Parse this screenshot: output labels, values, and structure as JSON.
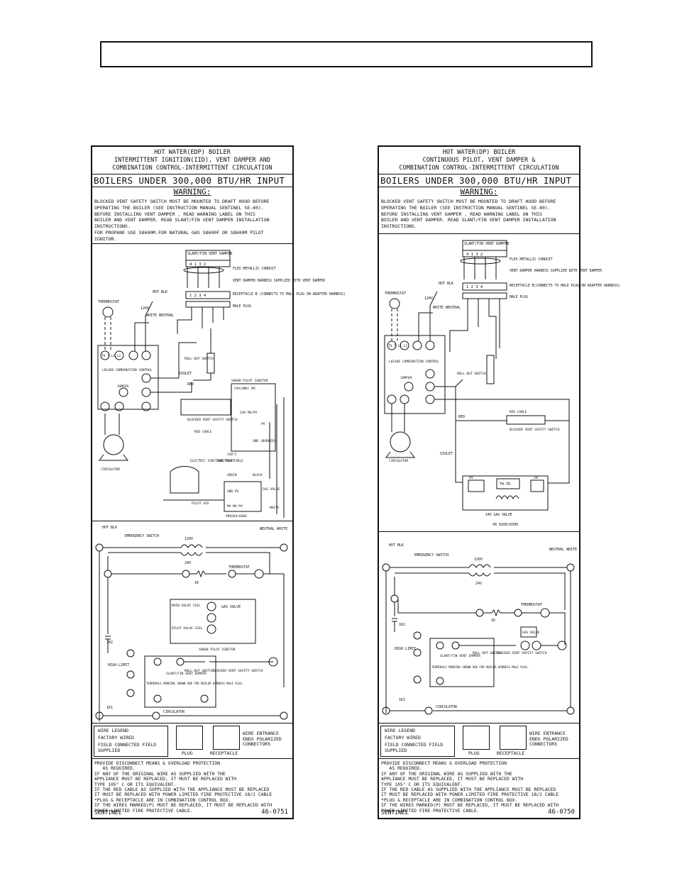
{
  "header_box": "",
  "left": {
    "title": [
      "HOT WATER(EDP) BOILER",
      "INTERMITTENT IGNITION(IID), VENT DAMPER AND",
      "COMBINATION CONTROL-INTERMITTENT CIRCULATION"
    ],
    "capacity": "BOILERS UNDER   300,000 BTU/HR INPUT",
    "warning_title": "WARNING:",
    "warning_lines": [
      "BLOCKED VENT SAFETY SWITCH MUST BE MOUNTED TO DRAFT HOOD BEFORE",
      "OPERATING THE BOILER (SEE INSTRUCTION MANUAL SENTINEL SE-40).",
      "BEFORE INSTALLING VENT DAMPER , READ WARNING LABEL ON THIS",
      "BOILER AND VENT DAMPER. READ SLANT/FIN VENT DAMPER INSTALLATION",
      "INSTRUCTIONS.",
      "FOR PROPANE USE S8600M.FOR NATURAL GAS S8600F OR S8600M PILOT",
      "IGNITOR."
    ],
    "labels": {
      "vent_damper": "SLANT/FIN VENT DAMPER",
      "flex_conduit": "FLEX METALLIC CONDUIT",
      "harness": "VENT DAMPER HARNESS SUPPLIED WITH VENT DAMPER",
      "receptacle": "RECEPTACLE B (CONNECTS TO MALE PLUG ON ADAPTER HARNESS)",
      "male_plug": "MALE PLUG",
      "thermostat": "THERMOSTAT",
      "hot_blk": "HOT BLK",
      "v120": "120V",
      "white_neutral": "WHITE NEUTRAL",
      "l8148e": "L8148E COMBINATION CONTROL",
      "jumper": "JUMPER",
      "rollout": "ROLL-OUT SWITCH",
      "violet": "VIOLET",
      "red": "RED",
      "ignitor": "S8600 PILOT IGNITOR",
      "blocked_vent": "BLOCKED VENT SAFETY SWITCH",
      "red_cable": "RED CABLE",
      "circulator": "CIRCULATOR",
      "electric_pilot": "ELECTRIC IGNITION PILOT",
      "ignition_cable": "IGNITION CABLE",
      "green": "GREEN",
      "black": "BLACK",
      "gas_valve": "GAS VALVE",
      "pilot_gas": "PILOT GAS",
      "vr_model": "VR8204/8304",
      "white": "WHITE",
      "gnd": "GND (BURNER)",
      "temp": "250°C"
    },
    "ladder": {
      "hot_blk": "HOT BLK",
      "emergency": "EMERGENCY SWITCH",
      "neutral_white": "NEUTRAL WHITE",
      "v120": "120V",
      "v24": "24V",
      "thermostat": "THERMOSTAT",
      "k1": "1K",
      "gas_valve": "GAS VALVE",
      "main_valve": "MAIN VALVE COIL",
      "pilot_valve": "PILOT VALVE COIL",
      "ignitor": "S8600 PILOT IGNITOR",
      "high_limit": "HIGH LIMIT",
      "vent_damper": "SLANT/FIN VENT DAMPER",
      "rollout": "ROLL-OUT SWITCH",
      "blocked": "BLOCKED VENT SAFETY SWITCH",
      "terminals": "TERMINALS MARKING SHOWN ARE FOR BOILER HARNESS MALE PLUG.",
      "k12": "1K2",
      "k11": "1K1",
      "circulator": "CIRCULATOR"
    },
    "legend": {
      "title": "WIRE LEGEND",
      "factory": "FACTORY WIRED",
      "field": "FIELD CONNECTED FIELD SUPPLIED",
      "plug": "PLUG",
      "receptacle": "RECEPTACLE",
      "entrance": "WIRE ENTRANCE ENDS POLARIZED CONNECTORS"
    },
    "notes": [
      "PROVIDE DISCONNECT MEANS & OVERLOAD PROTECTION",
      "   AS REQUIRED.",
      "IF ANY OF THE ORIGINAL WIRE AS SUPPLIED WITH THE",
      "APPLIANCE MUST BE REPLACED, IT MUST BE REPLACED WITH",
      "TYPE 105° C OR ITS EQUIVALENT.",
      "IF THE RED CABLE AS SUPPLIED WITH THE APPLIANCE MUST BE REPLACED",
      "IT MUST BE REPLACED WITH POWER LIMITED FIRE PROTECTIVE 18/2 CABLE",
      "*PLUG & RECEPTACLE ARE IN COMBINATION CONTROL BOX.",
      "",
      "IF THE WIRES MARKED(P) MUST BE REPLACED, IT MUST BE REPLACED WITH",
      "POWER LIMITED FIRE PROTECTIVE CABLE."
    ],
    "brand": "SENTINEL",
    "part_number": "46-0751"
  },
  "right": {
    "title": [
      "HOT WATER(DP) BOILER",
      "CONTINUOUS PILOT, VENT DAMPER &",
      "COMBINATION CONTROL-INTERMITTENT CIRCULATION"
    ],
    "capacity": "BOILERS UNDER   300,000 BTU/HR INPUT",
    "warning_title": "WARNING:",
    "warning_lines": [
      "BLOCKED VENT SAFETY SWITCH MUST BE MOUNTED TO DRAFT HOOD BEFORE",
      "OPERATING THE BOILER (SEE INSTRUCTION MANUAL SENTINEL SE-40).",
      "",
      "BEFORE INSTALLING VENT DAMPER , READ WARNING LABEL ON THIS",
      "BOILER AND VENT DAMPER. READ SLANT/FIN VENT DAMPER INSTALLATION",
      "INSTRUCTIONS."
    ],
    "labels": {
      "vent_damper": "SLANT/FIN VENT DAMPER",
      "flex_conduit": "FLEX METALLIC CONDUIT",
      "harness": "VENT DAMPER HARNESS SUPPLIED WITH VENT DAMPER",
      "receptacle": "RECEPTACLE B(CONNECTS TO MALE PLUG ON ADAPTER HARNESS)",
      "male_plug": "MALE PLUG",
      "thermostat": "THERMOSTAT",
      "hot_blk": "HOT BLK",
      "v120": "120V",
      "white_neutral": "WHITE NEUTRAL",
      "l8148e": "L8148E COMBINATION CONTROL",
      "jumper": "JUMPER",
      "rollout": "ROLL-OUT SWITCH",
      "red": "RED",
      "red_cable": "RED CABLE",
      "blocked_vent": "BLOCKED VENT SAFETY SWITCH",
      "circulator": "CIRCULATOR",
      "violet": "VIOLET",
      "gas_valve": "24V GAS VALVE",
      "vr_model": "VR 8200/8300",
      "th": "TH",
      "thtr": "TH-TR",
      "tr": "TR"
    },
    "ladder": {
      "hot_blk": "HOT BLK",
      "emergency": "EMERGENCY SWITCH",
      "neutral_white": "NEUTRAL WHITE",
      "v120": "120V",
      "v24": "24V",
      "thermostat": "THERMOSTAT",
      "k1": "1K",
      "k12": "1K2",
      "high_limit": "HIGH LIMIT",
      "vent_damper": "SLANT/FIN VENT DAMPER",
      "rollout": "ROLL-OUT SWITCH",
      "blocked": "BLOCKED VENT SAFETY SWITCH",
      "gas_valve": "GAS VALVE",
      "terminals": "TERMINALS MARKING SHOWN ARE FOR BOILER HARNESS MALE PLUG.",
      "k11": "1K1",
      "circulator": "CIRCULATOR"
    },
    "legend": {
      "title": "WIRE LEGEND",
      "factory": "FACTORY WIRED",
      "field": "FIELD CONNECTED FIELD SUPPLIED",
      "plug": "PLUG",
      "receptacle": "RECEPTACLE",
      "entrance": "WIRE ENTRANCE ENDS POLARIZED CONNECTORS"
    },
    "notes": [
      "PROVIDE DISCONNECT MEANS & OVERLOAD PROTECTION",
      "   AS REQUIRED.",
      "IF ANY OF THE ORIGINAL WIRE AS SUPPLIED WITH THE",
      "APPLIANCE MUST BE REPLACED, IT MUST BE REPLACED WITH",
      "TYPE 105° C OR ITS EQUIVALENT.",
      "IF THE RED CABLE AS SUPPLIED WITH THE APPLIANCE MUST BE REPLACED",
      "IT MUST BE REPLACED WITH POWER LIMITED FIRE PROTECTIVE 18/2 CABLE",
      "*PLUG & RECEPTACLE ARE IN COMBINATION CONTROL BOX.",
      "",
      "IF THE WIRES MARKED(P) MUST BE REPLACED, IT MUST BE REPLACED WITH",
      "POWER LIMITED FIRE PROTECTIVE CABLE."
    ],
    "brand": "SENTINEL",
    "part_number": "46-0750"
  }
}
